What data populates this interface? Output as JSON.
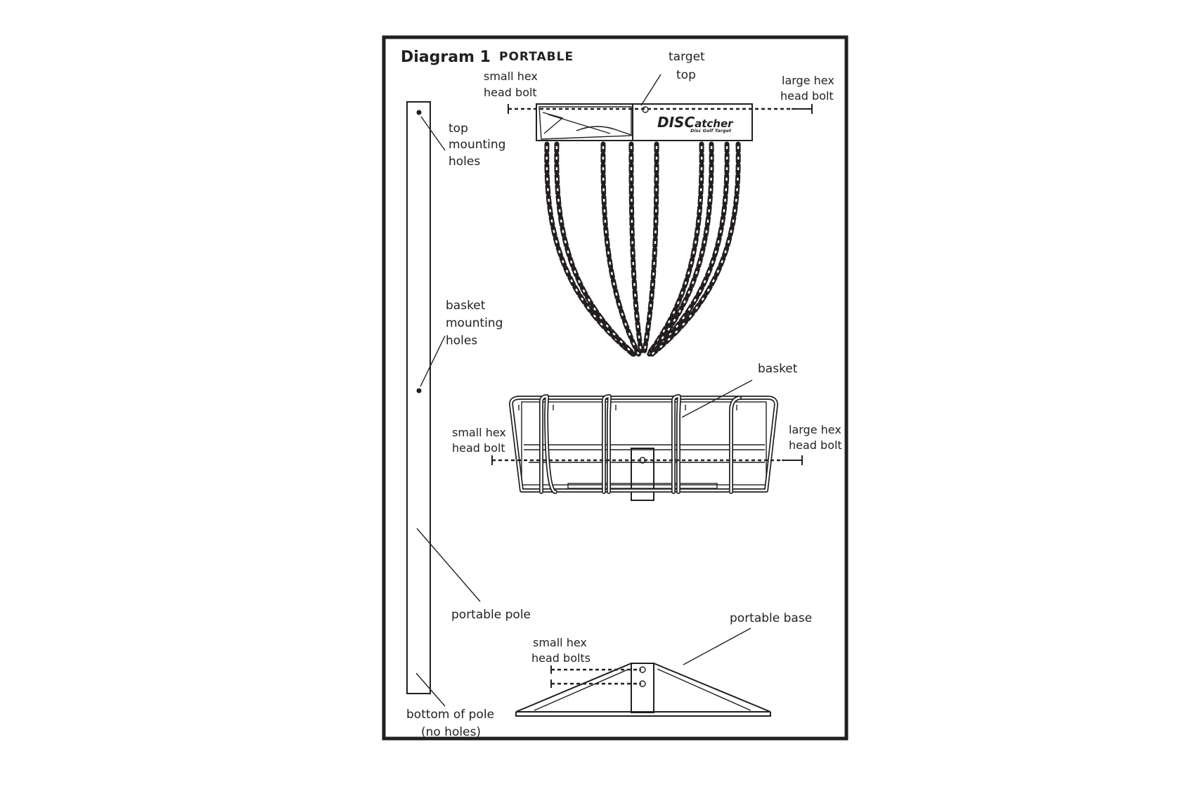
{
  "header": {
    "title": "Diagram 1",
    "subtitle": "PORTABLE",
    "subtitle_color": "#3a2418"
  },
  "logo": {
    "brand_big": "DISC",
    "brand_rest": "atcher",
    "tagline": "Disc Golf Target"
  },
  "labels": {
    "target_top_1": "target",
    "target_top_2": "top",
    "top_small_bolt_1": "small hex",
    "top_small_bolt_2": "head bolt",
    "top_large_bolt_1": "large hex",
    "top_large_bolt_2": "head bolt",
    "top_holes_1": "top",
    "top_holes_2": "mounting",
    "top_holes_3": "holes",
    "basket_holes_1": "basket",
    "basket_holes_2": "mounting",
    "basket_holes_3": "holes",
    "basket": "basket",
    "mid_small_bolt_1": "small hex",
    "mid_small_bolt_2": "head bolt",
    "mid_large_bolt_1": "large hex",
    "mid_large_bolt_2": "head bolt",
    "portable_pole": "portable pole",
    "portable_base": "portable base",
    "base_bolts_1": "small hex",
    "base_bolts_2": "head bolts",
    "pole_bottom_1": "bottom of pole",
    "pole_bottom_2": "(no holes)"
  },
  "colors": {
    "ink": "#231f20",
    "frame": "#231f20",
    "background": "#ffffff"
  }
}
